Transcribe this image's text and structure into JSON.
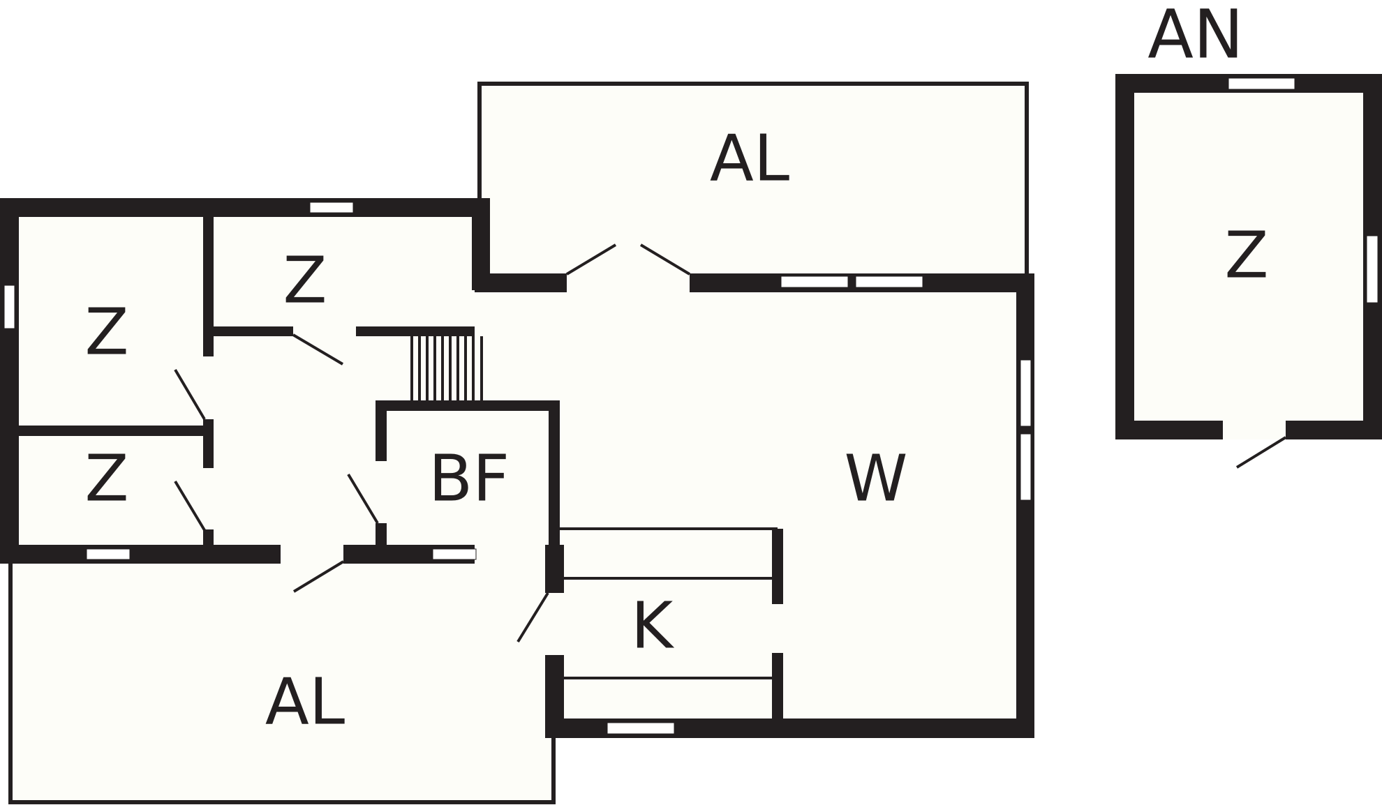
{
  "colors": {
    "wall": "#231f20",
    "floor": "#fdfdf8",
    "background": "#ffffff",
    "window": "#ffffff"
  },
  "annex_label": "AN",
  "rooms": {
    "balcony_top": "AL",
    "bedroom_top_left": "Z",
    "bedroom_top_mid": "Z",
    "bedroom_bottom_left": "Z",
    "bathroom": "BF",
    "living_room": "W",
    "kitchen": "K",
    "balcony_bottom": "AL",
    "annex_room": "Z"
  }
}
